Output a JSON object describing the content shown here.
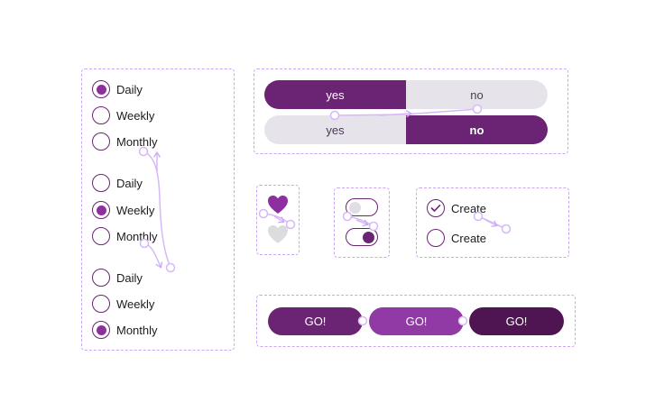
{
  "radio_groups": [
    {
      "options": [
        "Daily",
        "Weekly",
        "Monthly"
      ],
      "selected": 0
    },
    {
      "options": [
        "Daily",
        "Weekly",
        "Monthly"
      ],
      "selected": 1
    },
    {
      "options": [
        "Daily",
        "Weekly",
        "Monthly"
      ],
      "selected": 2
    }
  ],
  "segmented": {
    "row1": {
      "yes": "yes",
      "no": "no",
      "selected": "yes"
    },
    "row2": {
      "yes": "yes",
      "no": "no",
      "selected": "no"
    }
  },
  "favorites": {
    "icon": "heart-icon",
    "states": [
      "filled",
      "unfilled"
    ]
  },
  "toggles": {
    "states": [
      "off",
      "on"
    ]
  },
  "checkboxes": [
    {
      "label": "Create",
      "checked": true
    },
    {
      "label": "Create",
      "checked": false
    }
  ],
  "go_buttons": [
    {
      "label": "GO!",
      "color": "#6b2373"
    },
    {
      "label": "GO!",
      "color": "#913aa6"
    },
    {
      "label": "GO!",
      "color": "#4e1552"
    }
  ],
  "colors": {
    "accent": "#6b2373",
    "accent_light": "#8e2fa0",
    "accent_dark": "#4e1552",
    "neutral": "#e6e4ea",
    "dashed_frame": "#c9a6f2",
    "prototype_connector": "#d7b8f7"
  }
}
